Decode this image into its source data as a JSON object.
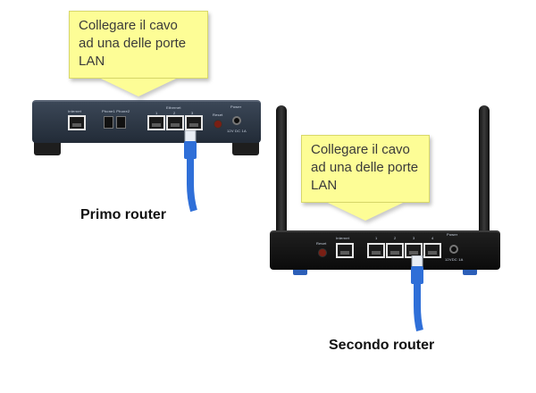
{
  "callouts": [
    {
      "text": "Collegare il cavo\nad una delle porte\nLAN"
    },
    {
      "text": "Collegare il cavo\nad una delle porte\nLAN"
    }
  ],
  "routers": [
    {
      "label": "Primo router",
      "panel": {
        "internet": "Internet",
        "phone": "Phone1 Phone2",
        "ethernet": "Ethernet",
        "port_numbers": [
          "1",
          "2",
          "3"
        ],
        "reset": "Reset",
        "power": "Power",
        "power_spec": "12V DC 1A"
      }
    },
    {
      "label": "Secondo router",
      "panel": {
        "reset": "Reset",
        "internet": "Internet",
        "port_numbers": [
          "1",
          "2",
          "3",
          "4"
        ],
        "power": "Power",
        "power_spec": "12VDC 1A"
      }
    }
  ],
  "colors": {
    "callout_bg": "#fdfd96",
    "cable": "#2f6fd8",
    "router_body": "#2b3645"
  }
}
